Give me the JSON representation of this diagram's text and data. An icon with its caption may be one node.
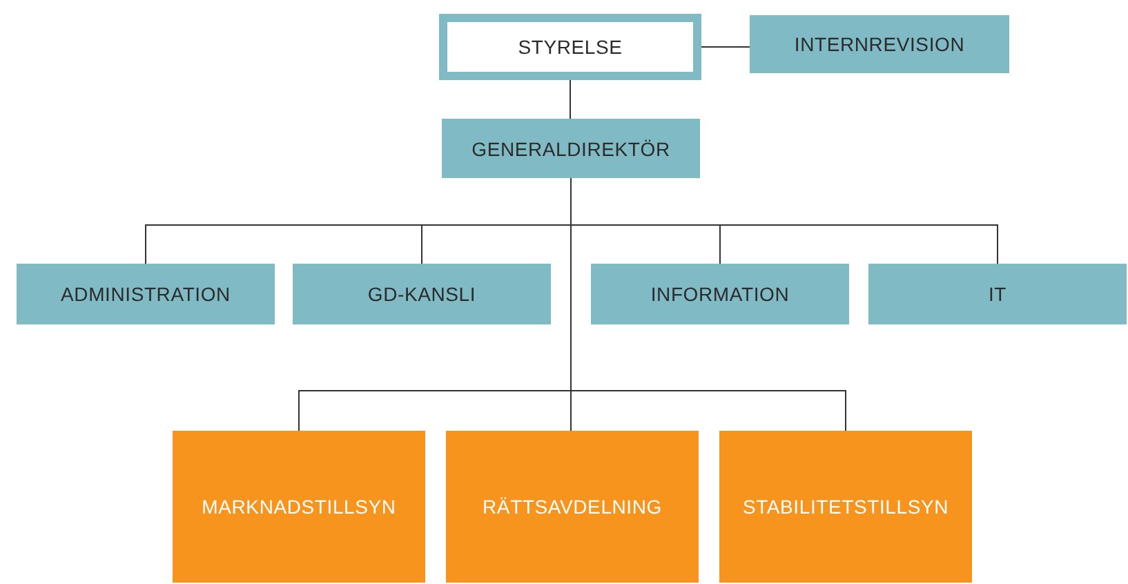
{
  "diagram": {
    "nodes": [
      {
        "text": [
          "STYRELSE"
        ]
      },
      {
        "text": [
          "INTERNREVISION"
        ]
      },
      {
        "text": [
          "GENERALDIREKTÖR"
        ]
      },
      {
        "text": [
          "ADMINISTRATION"
        ]
      },
      {
        "text": [
          "GD-KANSLI"
        ]
      },
      {
        "text": [
          "INFORMATION"
        ]
      },
      {
        "text": [
          "IT"
        ]
      },
      {
        "text": [
          "MARKNADSTILLSYN"
        ]
      },
      {
        "text": [
          "RÄTTSAVDELNING"
        ]
      },
      {
        "text": [
          "STABILITETSTILLSYN"
        ]
      }
    ],
    "edges": [
      {
        "from": 0,
        "to": 1,
        "arrow": "none"
      },
      {
        "from": 0,
        "to": 2,
        "arrow": "none"
      },
      {
        "from": 2,
        "to": 3,
        "arrow": "none"
      },
      {
        "from": 2,
        "to": 4,
        "arrow": "none"
      },
      {
        "from": 2,
        "to": 5,
        "arrow": "none"
      },
      {
        "from": 2,
        "to": 6,
        "arrow": "none"
      },
      {
        "from": 2,
        "to": 7,
        "arrow": "none"
      },
      {
        "from": 2,
        "to": 8,
        "arrow": "none"
      },
      {
        "from": 2,
        "to": 9,
        "arrow": "none"
      }
    ]
  }
}
